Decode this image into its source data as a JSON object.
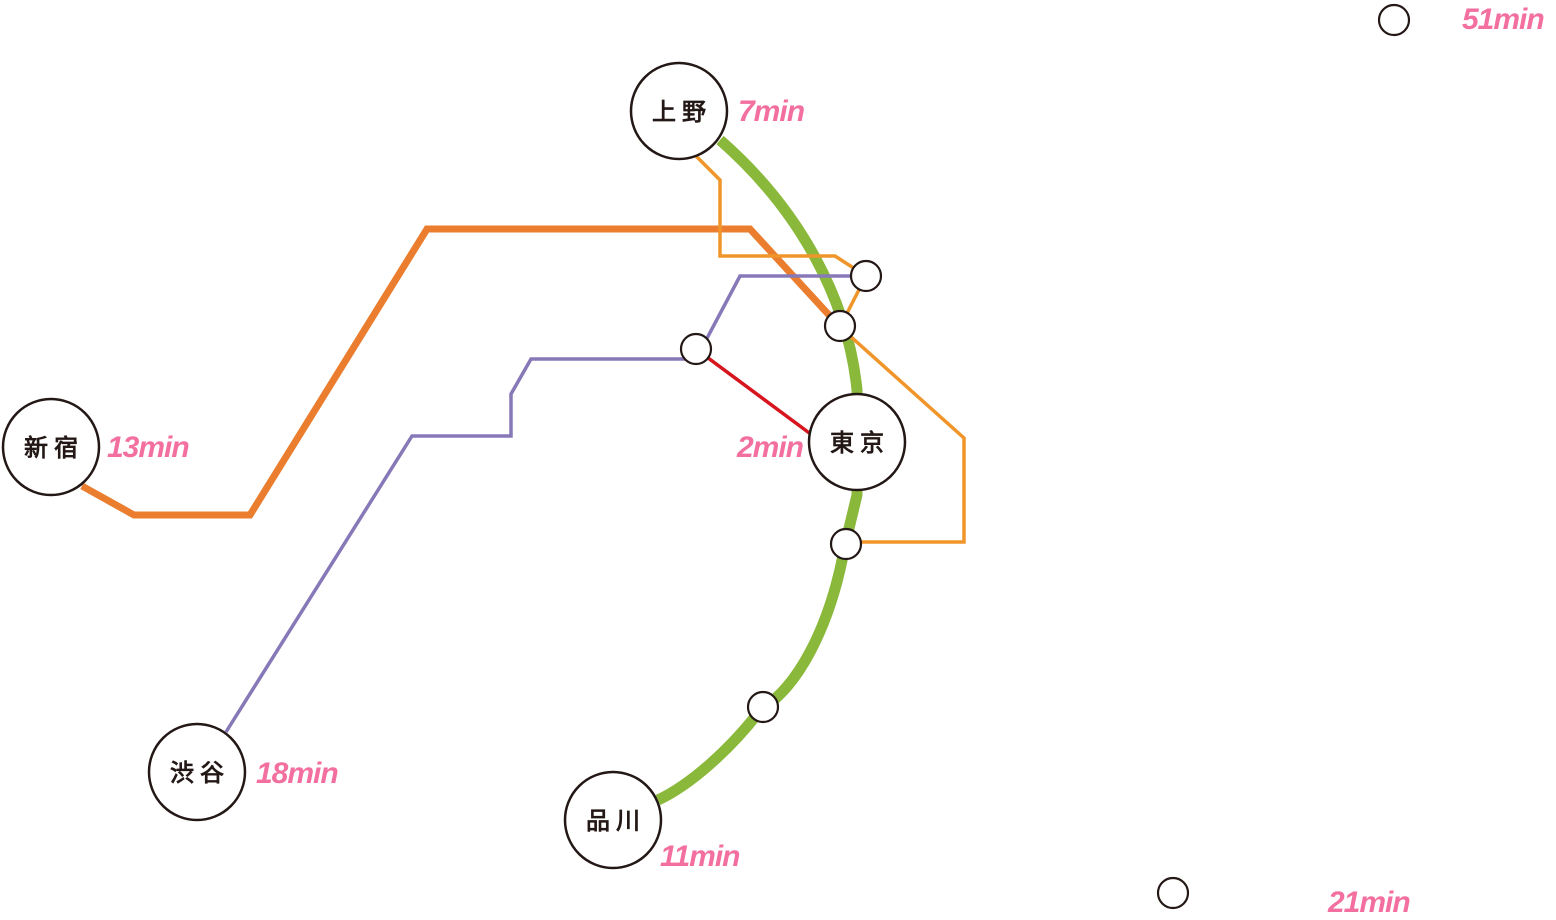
{
  "colors": {
    "yamanote_line": "#8ab83b",
    "chuo_line": "#ea7e2e",
    "ueno_line": "#f0952a",
    "shibuya_line": "#8778b7",
    "tokyo_link": "#d7151e",
    "time_label": "#f26f9f",
    "station_stroke": "#231815"
  },
  "stations": {
    "shinjuku": {
      "name": "新宿",
      "time": "13min"
    },
    "ueno": {
      "name": "上野",
      "time": "7min"
    },
    "tokyo": {
      "name": "東京",
      "time": "2min"
    },
    "shibuya": {
      "name": "渋谷",
      "time": "18min"
    },
    "shinagawa": {
      "name": "品川",
      "time": "11min"
    }
  },
  "extra_times": {
    "top_right": "51min",
    "bottom_right": "21min"
  }
}
